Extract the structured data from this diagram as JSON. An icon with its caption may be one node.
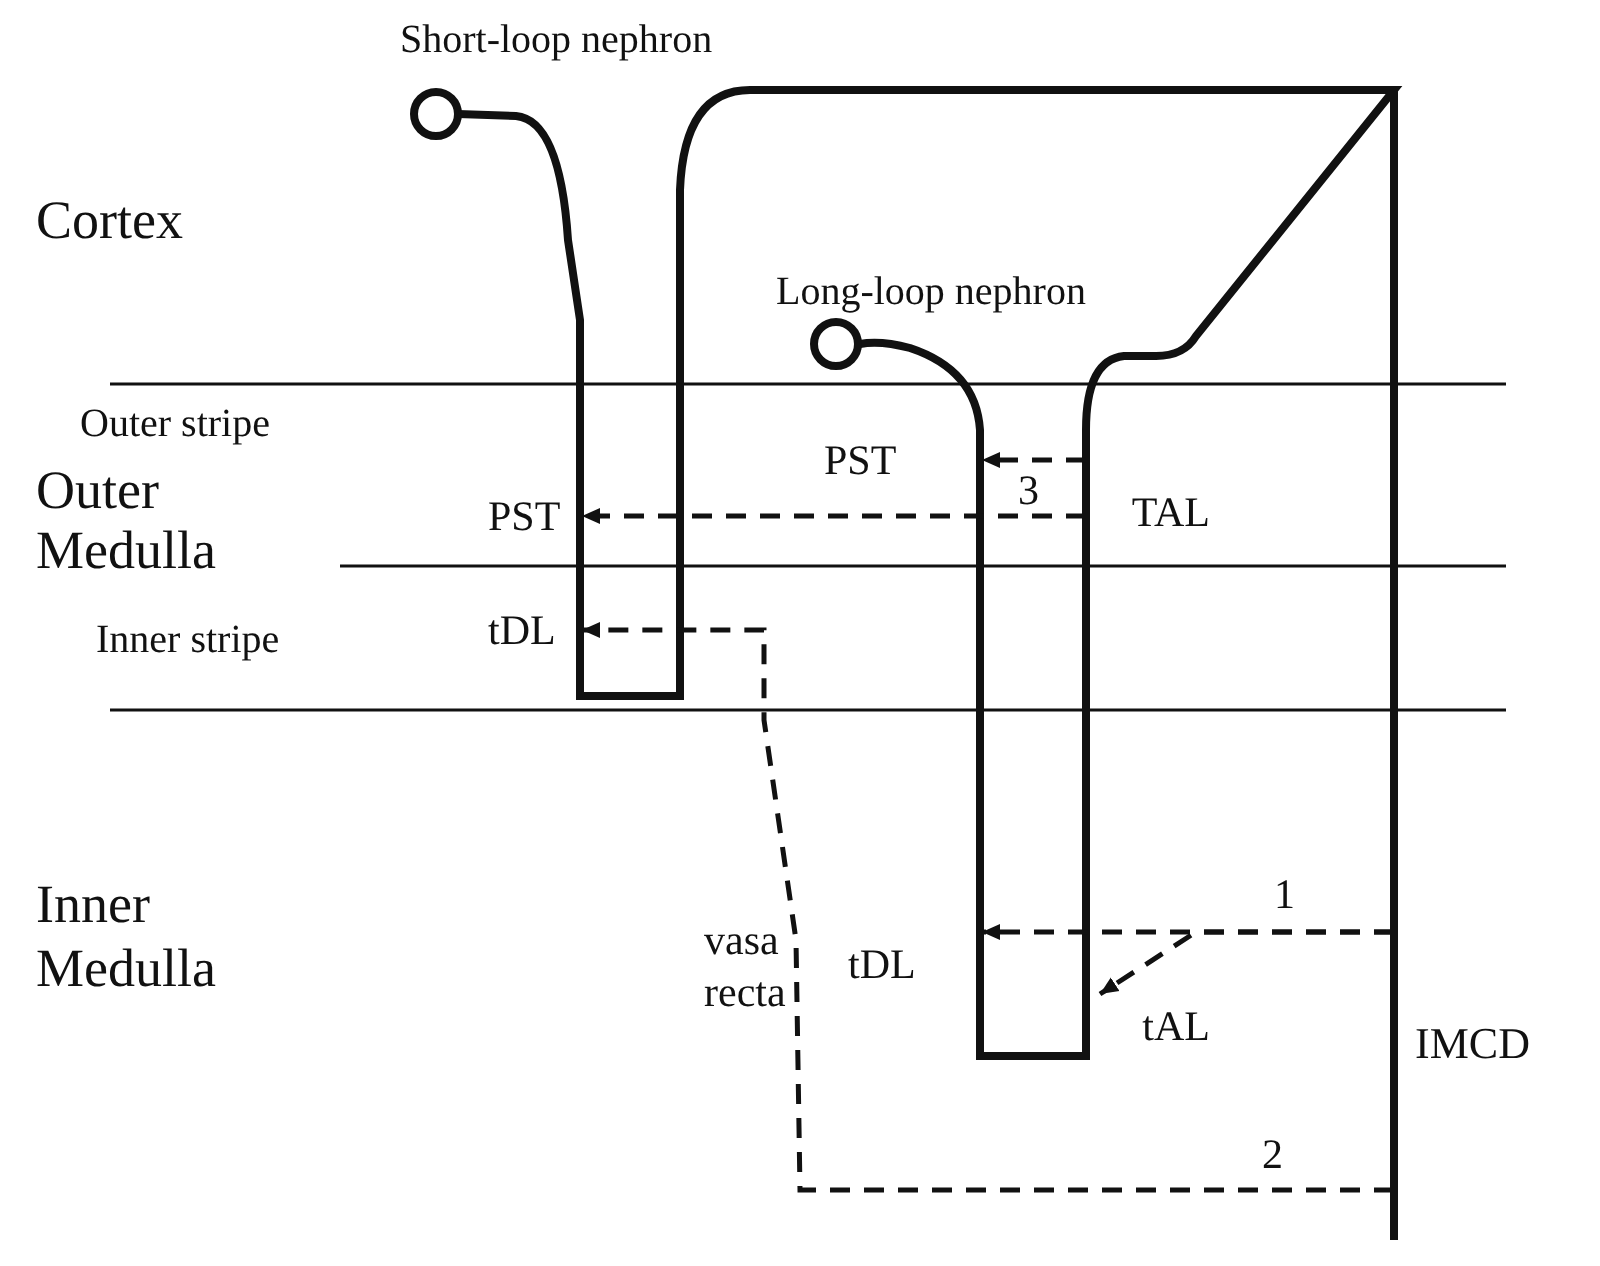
{
  "diagram": {
    "nodes": [
      {
        "text": [
          "PST"
        ]
      },
      {
        "text": [
          "TAL"
        ]
      },
      {
        "text": [
          "PST"
        ]
      },
      {
        "text": [
          "tDL"
        ]
      },
      {
        "text": [
          "tDL"
        ]
      },
      {
        "text": [
          "tAL"
        ]
      },
      {
        "text": [
          "IMCD"
        ]
      }
    ],
    "edges": [
      {
        "from": 1,
        "to": 0,
        "arrow": "to",
        "label": "3",
        "style": "dashed"
      },
      {
        "from": 1,
        "to": 2,
        "arrow": "to",
        "style": "dashed"
      },
      {
        "from": 6,
        "to": 3,
        "arrow": "to",
        "label": "2",
        "style": "dashed"
      },
      {
        "from": 6,
        "to": 4,
        "arrow": "to",
        "label": "1",
        "style": "dashed"
      },
      {
        "from": 6,
        "to": 5,
        "arrow": "to",
        "style": "dashed"
      }
    ],
    "labels": [
      "Short-loop nephron",
      "Cortex",
      "Long-loop nephron",
      "Outer stripe",
      "Outer Medulla",
      "Inner stripe",
      "Inner Medulla",
      "vasa recta"
    ]
  }
}
